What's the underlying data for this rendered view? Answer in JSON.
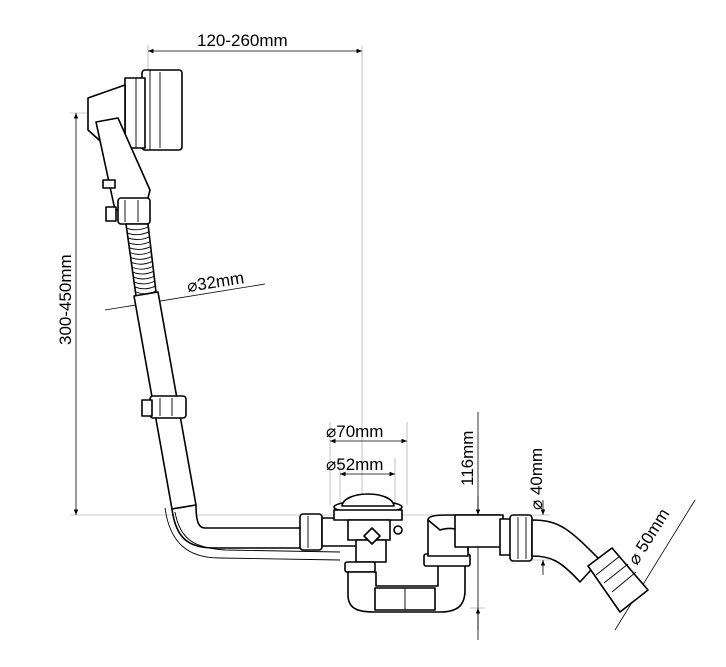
{
  "dimensions": {
    "horizontal_reach": "120-260mm",
    "vertical_height": "300-450mm",
    "overflow_tube_diameter": "⌀32mm",
    "outer_drain_diameter": "⌀70mm",
    "inner_drain_diameter": "⌀52mm",
    "trap_height": "116mm",
    "outlet_diameter_40": "⌀ 40mm",
    "outlet_diameter_50": "⌀ 50mm"
  },
  "colors": {
    "line": "#000000",
    "extension_line": "#9a9a9a",
    "background": "#ffffff"
  }
}
